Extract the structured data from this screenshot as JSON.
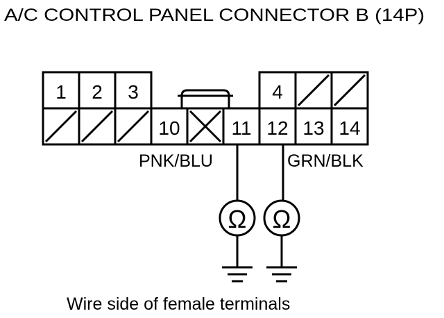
{
  "title": "A/C CONTROL PANEL CONNECTOR B (14P)",
  "pins": {
    "p1": "1",
    "p2": "2",
    "p3": "3",
    "p4": "4",
    "p10": "10",
    "p11": "11",
    "p12": "12",
    "p13": "13",
    "p14": "14"
  },
  "wires": {
    "pnk_blu": "PNK/BLU",
    "grn_blk": "GRN/BLK"
  },
  "meter_symbol": "Ω",
  "caption": "Wire side of female terminals",
  "icons": [
    "ohmmeter-icon",
    "ground-icon",
    "connector-lock-tab"
  ]
}
